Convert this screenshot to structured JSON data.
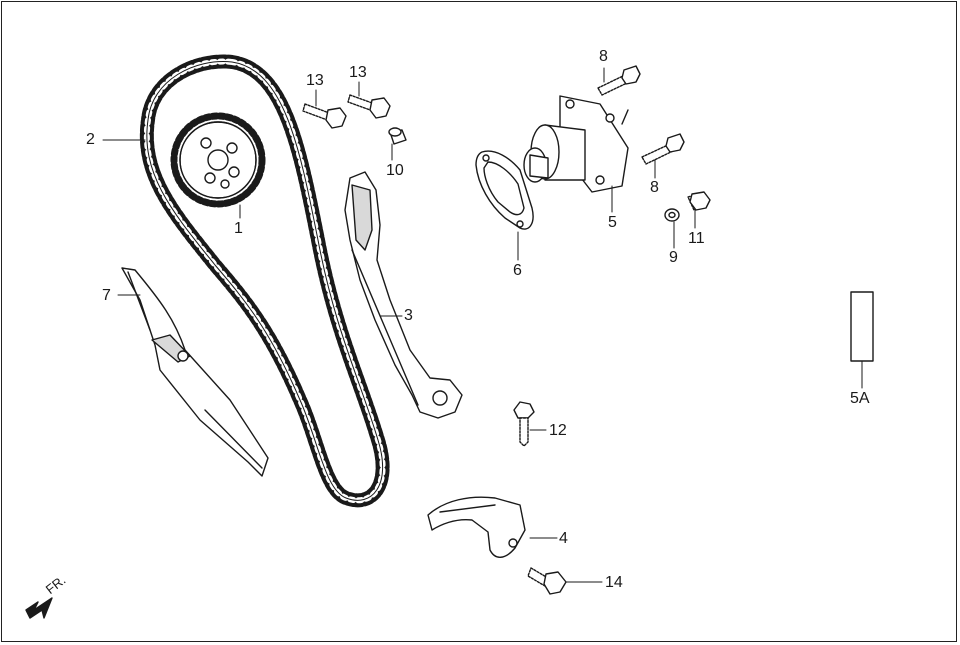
{
  "callouts": {
    "c1": "1",
    "c2": "2",
    "c3": "3",
    "c4": "4",
    "c5": "5",
    "c5a": "5A",
    "c6": "6",
    "c7": "7",
    "c8a": "8",
    "c8b": "8",
    "c9": "9",
    "c10": "10",
    "c11": "11",
    "c12": "12",
    "c13a": "13",
    "c13b": "13",
    "c14": "14"
  },
  "direction": {
    "label": "FR."
  },
  "colors": {
    "ink": "#1a1a1a",
    "fill": "#ffffff",
    "shade": "#d9d9d9"
  }
}
